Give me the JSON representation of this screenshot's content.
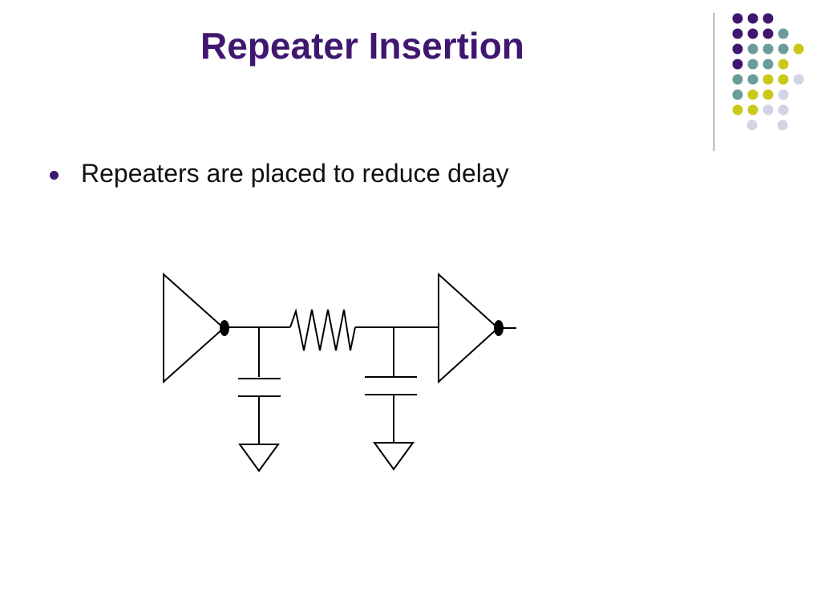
{
  "slide": {
    "title": "Repeater Insertion",
    "bullets": [
      "Repeaters are placed to reduce delay"
    ]
  },
  "decoration": {
    "dot_colors": {
      "purple": "#3f1770",
      "teal": "#6a9c9c",
      "yellow": "#c9c91a",
      "lavender": "#d3d3e6"
    },
    "dot_rows": [
      [
        "purple",
        "purple",
        "purple"
      ],
      [
        "purple",
        "purple",
        "purple",
        "teal"
      ],
      [
        "purple",
        "teal",
        "teal",
        "teal",
        "yellow"
      ],
      [
        "purple",
        "teal",
        "teal",
        "yellow"
      ],
      [
        "teal",
        "teal",
        "yellow",
        "yellow",
        "lavender"
      ],
      [
        "teal",
        "yellow",
        "yellow",
        "lavender"
      ],
      [
        "yellow",
        "yellow",
        "lavender",
        "lavender"
      ],
      [
        "lavender",
        "lavender"
      ]
    ]
  },
  "diagram": {
    "components": [
      "driver-buffer",
      "resistor",
      "capacitor-1",
      "capacitor-2",
      "receiver-buffer",
      "ground-1",
      "ground-2"
    ]
  }
}
